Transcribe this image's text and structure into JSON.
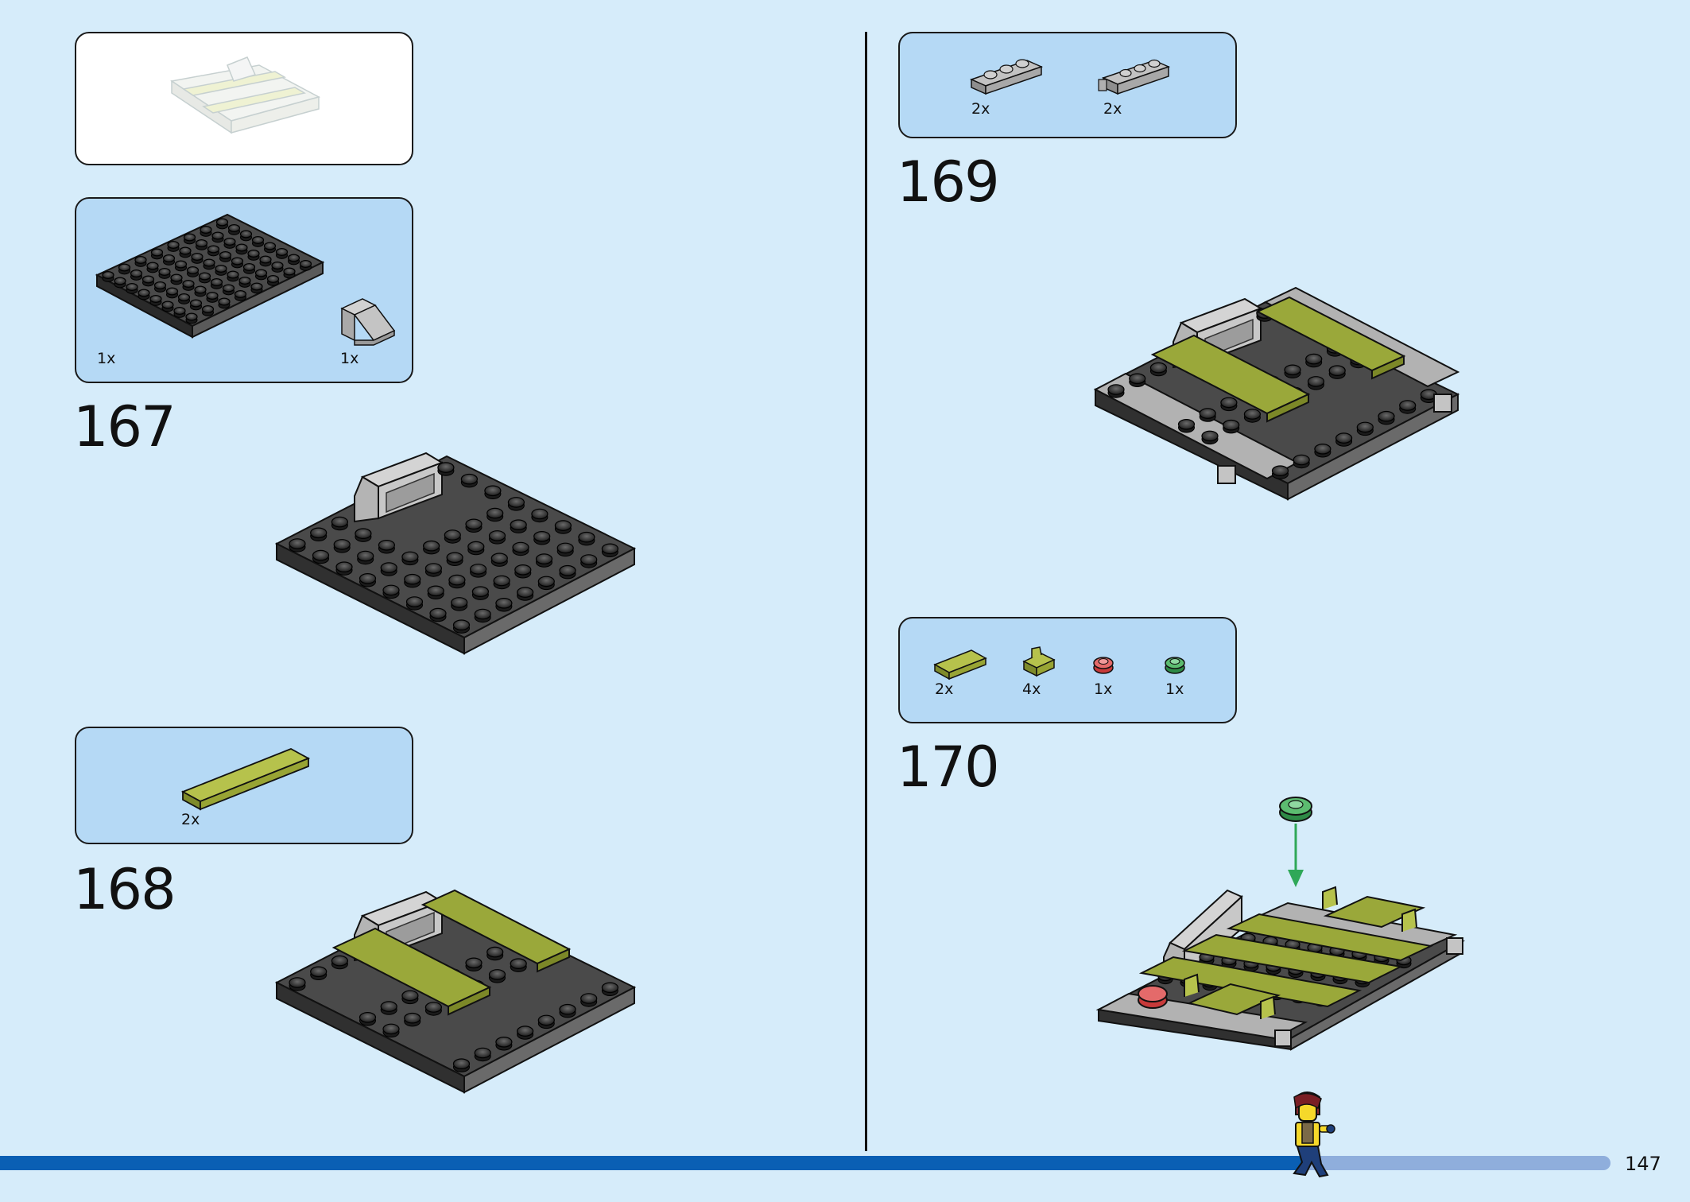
{
  "steps": {
    "s167": {
      "number": "167",
      "parts": [
        {
          "qty": "1x"
        },
        {
          "qty": "1x"
        }
      ]
    },
    "s168": {
      "number": "168",
      "parts": [
        {
          "qty": "2x"
        }
      ]
    },
    "s169": {
      "number": "169",
      "parts": [
        {
          "qty": "2x"
        },
        {
          "qty": "2x"
        }
      ]
    },
    "s170": {
      "number": "170",
      "parts": [
        {
          "qty": "2x"
        },
        {
          "qty": "4x"
        },
        {
          "qty": "1x"
        },
        {
          "qty": "1x"
        }
      ]
    }
  },
  "page": {
    "number": "147",
    "progress": 0.81
  },
  "colors": {
    "background": "#d6ecfa",
    "callout": "#b5d9f5",
    "plate": "#3c3c3c",
    "olive": "#9aa83a",
    "light_gray": "#b8b8b8",
    "progress_fill": "#0a5fb4",
    "progress_track": "#8faedc"
  }
}
